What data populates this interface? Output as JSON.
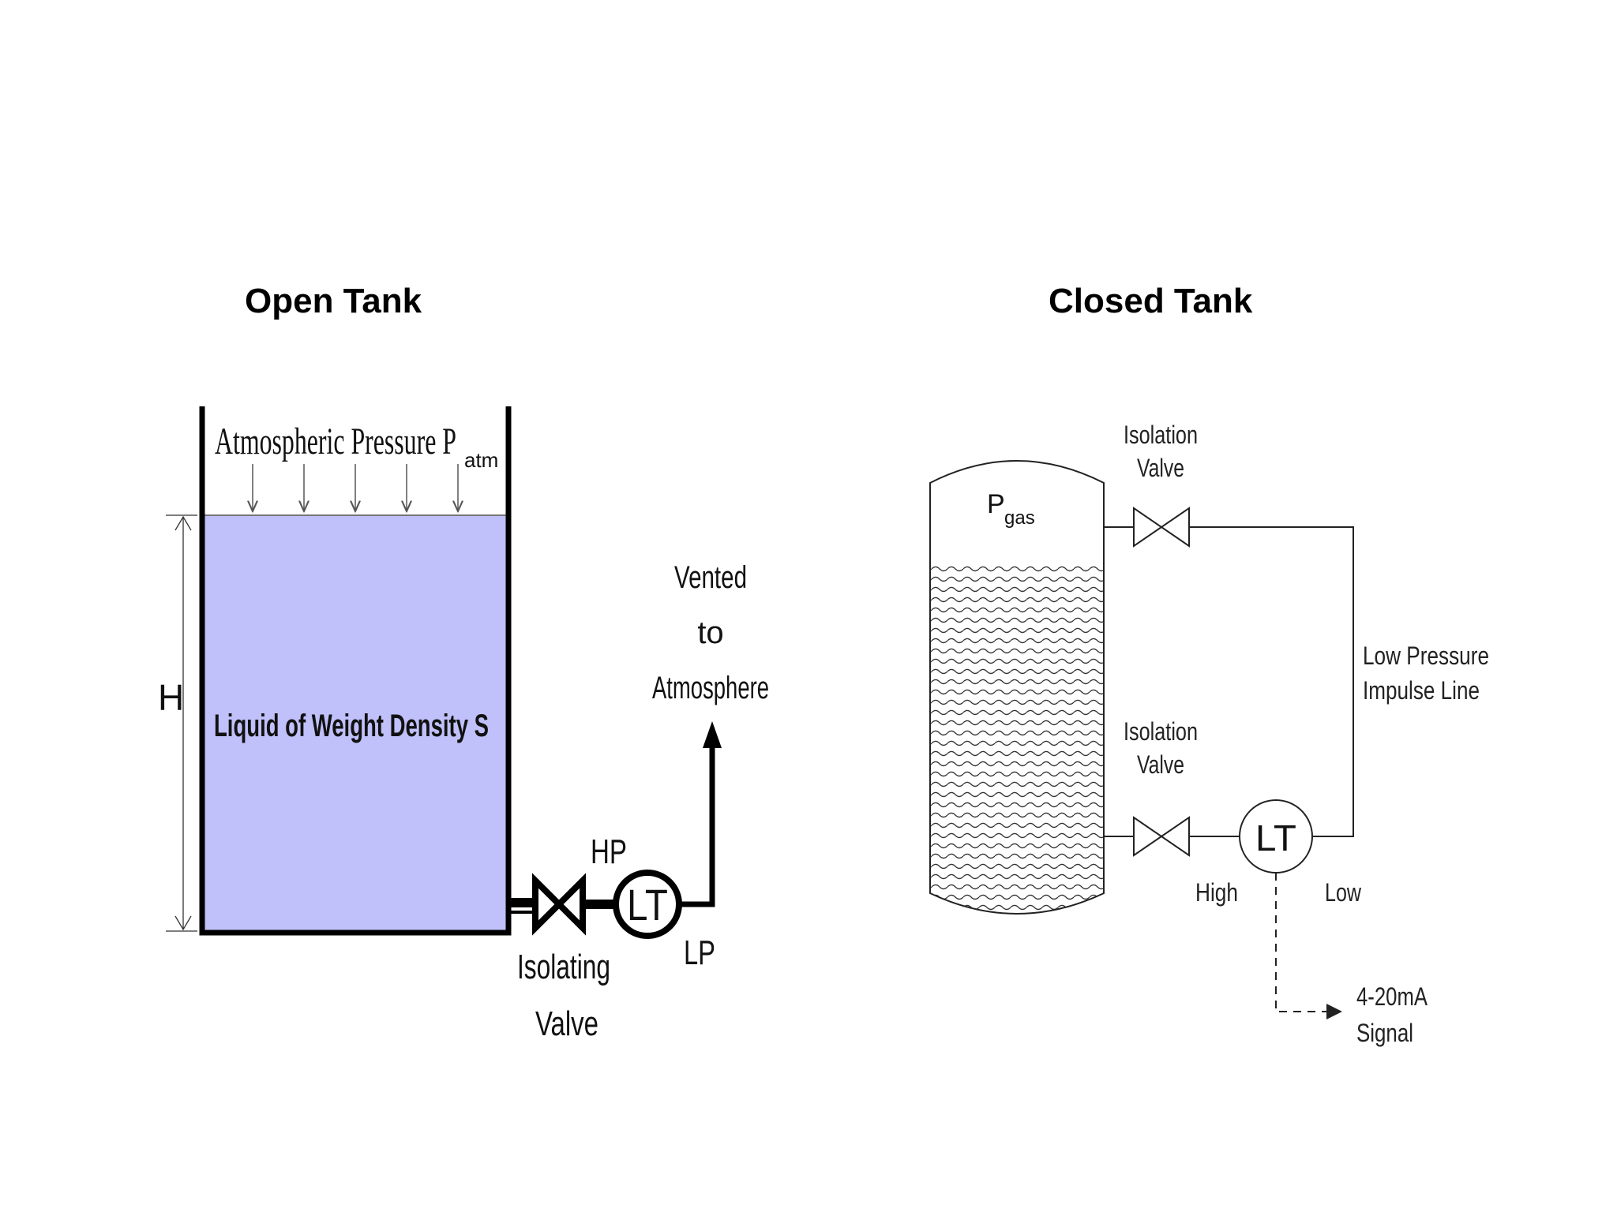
{
  "open_tank": {
    "title": "Open Tank",
    "atm_label": "Atmospheric Pressure P",
    "atm_sub": "atm",
    "height_label": "H",
    "liquid_label": "Liquid of Weight Density S",
    "vent_line1": "Vented",
    "vent_line2": "to",
    "vent_line3": "Atmosphere",
    "hp_label": "HP",
    "lp_label": "LP",
    "lt_label": "LT",
    "valve_line1": "Isolating",
    "valve_line2": "Valve",
    "liquid_color": "#c0c0fa"
  },
  "closed_tank": {
    "title": "Closed Tank",
    "gas_label": "P",
    "gas_sub": "gas",
    "top_valve_line1": "Isolation",
    "top_valve_line2": "Valve",
    "bottom_valve_line1": "Isolation",
    "bottom_valve_line2": "Valve",
    "impulse_line1": "Low Pressure",
    "impulse_line2": "Impulse Line",
    "lt_label": "LT",
    "high_label": "High",
    "low_label": "Low",
    "signal_line1": "4-20mA",
    "signal_line2": "Signal"
  }
}
